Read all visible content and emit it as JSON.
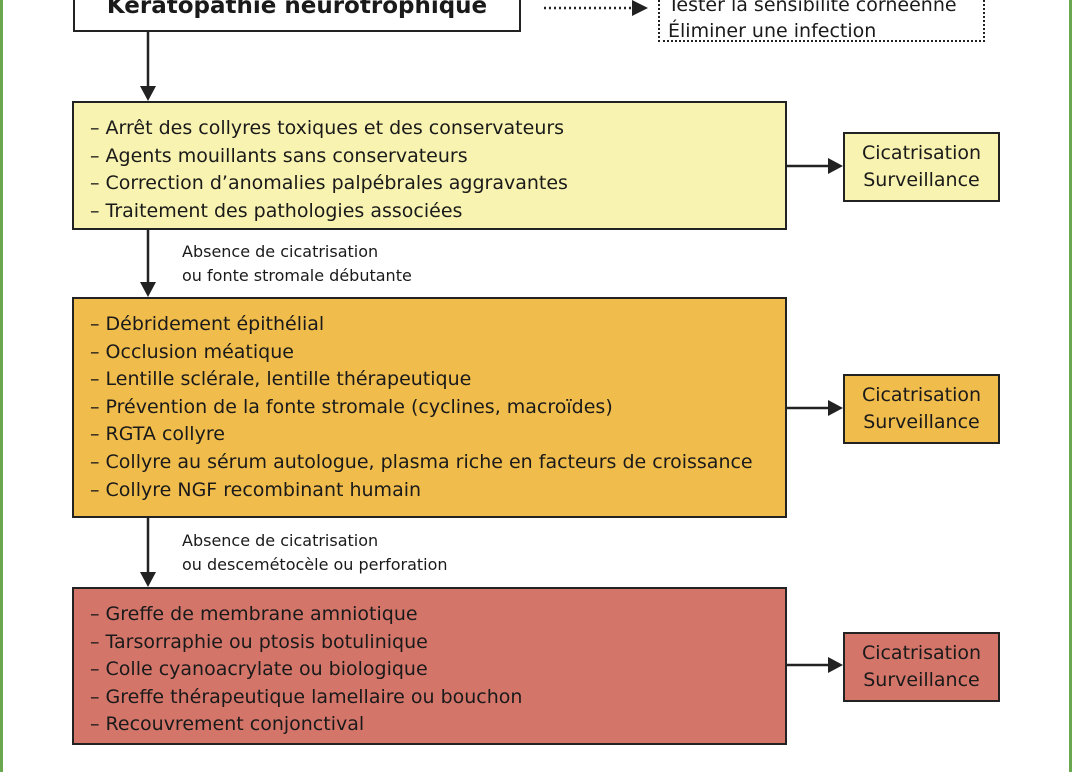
{
  "top": {
    "title": "Kératopathie neurotrophique",
    "note_lines": [
      "Tester la sensibilité cornéenne",
      "Éliminer une infection"
    ]
  },
  "stages": [
    {
      "items": [
        "– Arrêt des collyres toxiques et des conservateurs",
        "– Agents mouillants sans conservateurs",
        "– Correction d’anomalies palpébrales aggravantes",
        "– Traitement des pathologies associées"
      ],
      "outcome": [
        "Cicatrisation",
        "Surveillance"
      ],
      "color": "#f8f3b0"
    },
    {
      "items": [
        "– Débridement épithélial",
        "– Occlusion méatique",
        "– Lentille sclérale, lentille thérapeutique",
        "– Prévention de la fonte stromale (cyclines, macroïdes)",
        "– RGTA collyre",
        "– Collyre au sérum autologue, plasma riche en facteurs de croissance",
        "– Collyre NGF recombinant humain"
      ],
      "outcome": [
        "Cicatrisation",
        "Surveillance"
      ],
      "color": "#f0bc4c"
    },
    {
      "items": [
        "– Greffe de membrane amniotique",
        "– Tarsorraphie ou ptosis botulinique",
        "– Colle cyanoacrylate ou biologique",
        "– Greffe thérapeutique lamellaire ou bouchon",
        "– Recouvrement conjonctival"
      ],
      "outcome": [
        "Cicatrisation",
        "Surveillance"
      ],
      "color": "#d4756a"
    }
  ],
  "transitions": [
    [
      "Absence de cicatrisation",
      "ou fonte stromale débutante"
    ],
    [
      "Absence de cicatrisation",
      "ou descemétocèle ou perforation"
    ]
  ],
  "colors": {
    "frame": "#6aa84f",
    "line": "#222222"
  }
}
